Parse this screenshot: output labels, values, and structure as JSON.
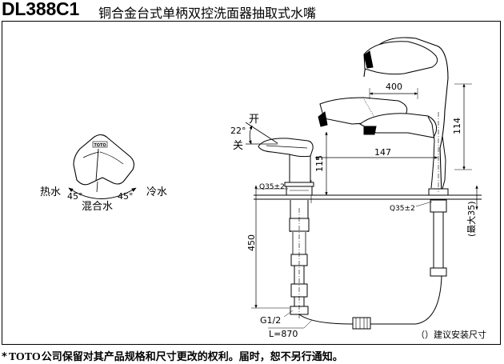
{
  "header": {
    "model": "DL388C1",
    "product_name": "铜合金台式单柄双控洗面器抽取式水嘴"
  },
  "lever_diagram": {
    "hot_label": "热水",
    "cold_label": "冷水",
    "mix_label": "混合水",
    "left_angle": "45°",
    "right_angle": "45°",
    "logo": "TOTO"
  },
  "side_view": {
    "open_label": "开",
    "close_label": "关",
    "lever_angle": "22°",
    "dim_400": "400",
    "dim_147": "147",
    "dim_115": "115",
    "dim_114": "114",
    "dim_450": "450",
    "dim_max35": "(最大35)",
    "deck_hole_left": "Q35±2",
    "deck_hole_right": "Q35±2",
    "thread": "G1/2",
    "hose_length": "L=870",
    "recommend_note": "（）建议安装尺寸"
  },
  "footer": {
    "star": "*",
    "brand": "TOTO",
    "notice": "公司保留对其产品规格和尺寸更改的权利。届时，恕不另行通知。"
  }
}
